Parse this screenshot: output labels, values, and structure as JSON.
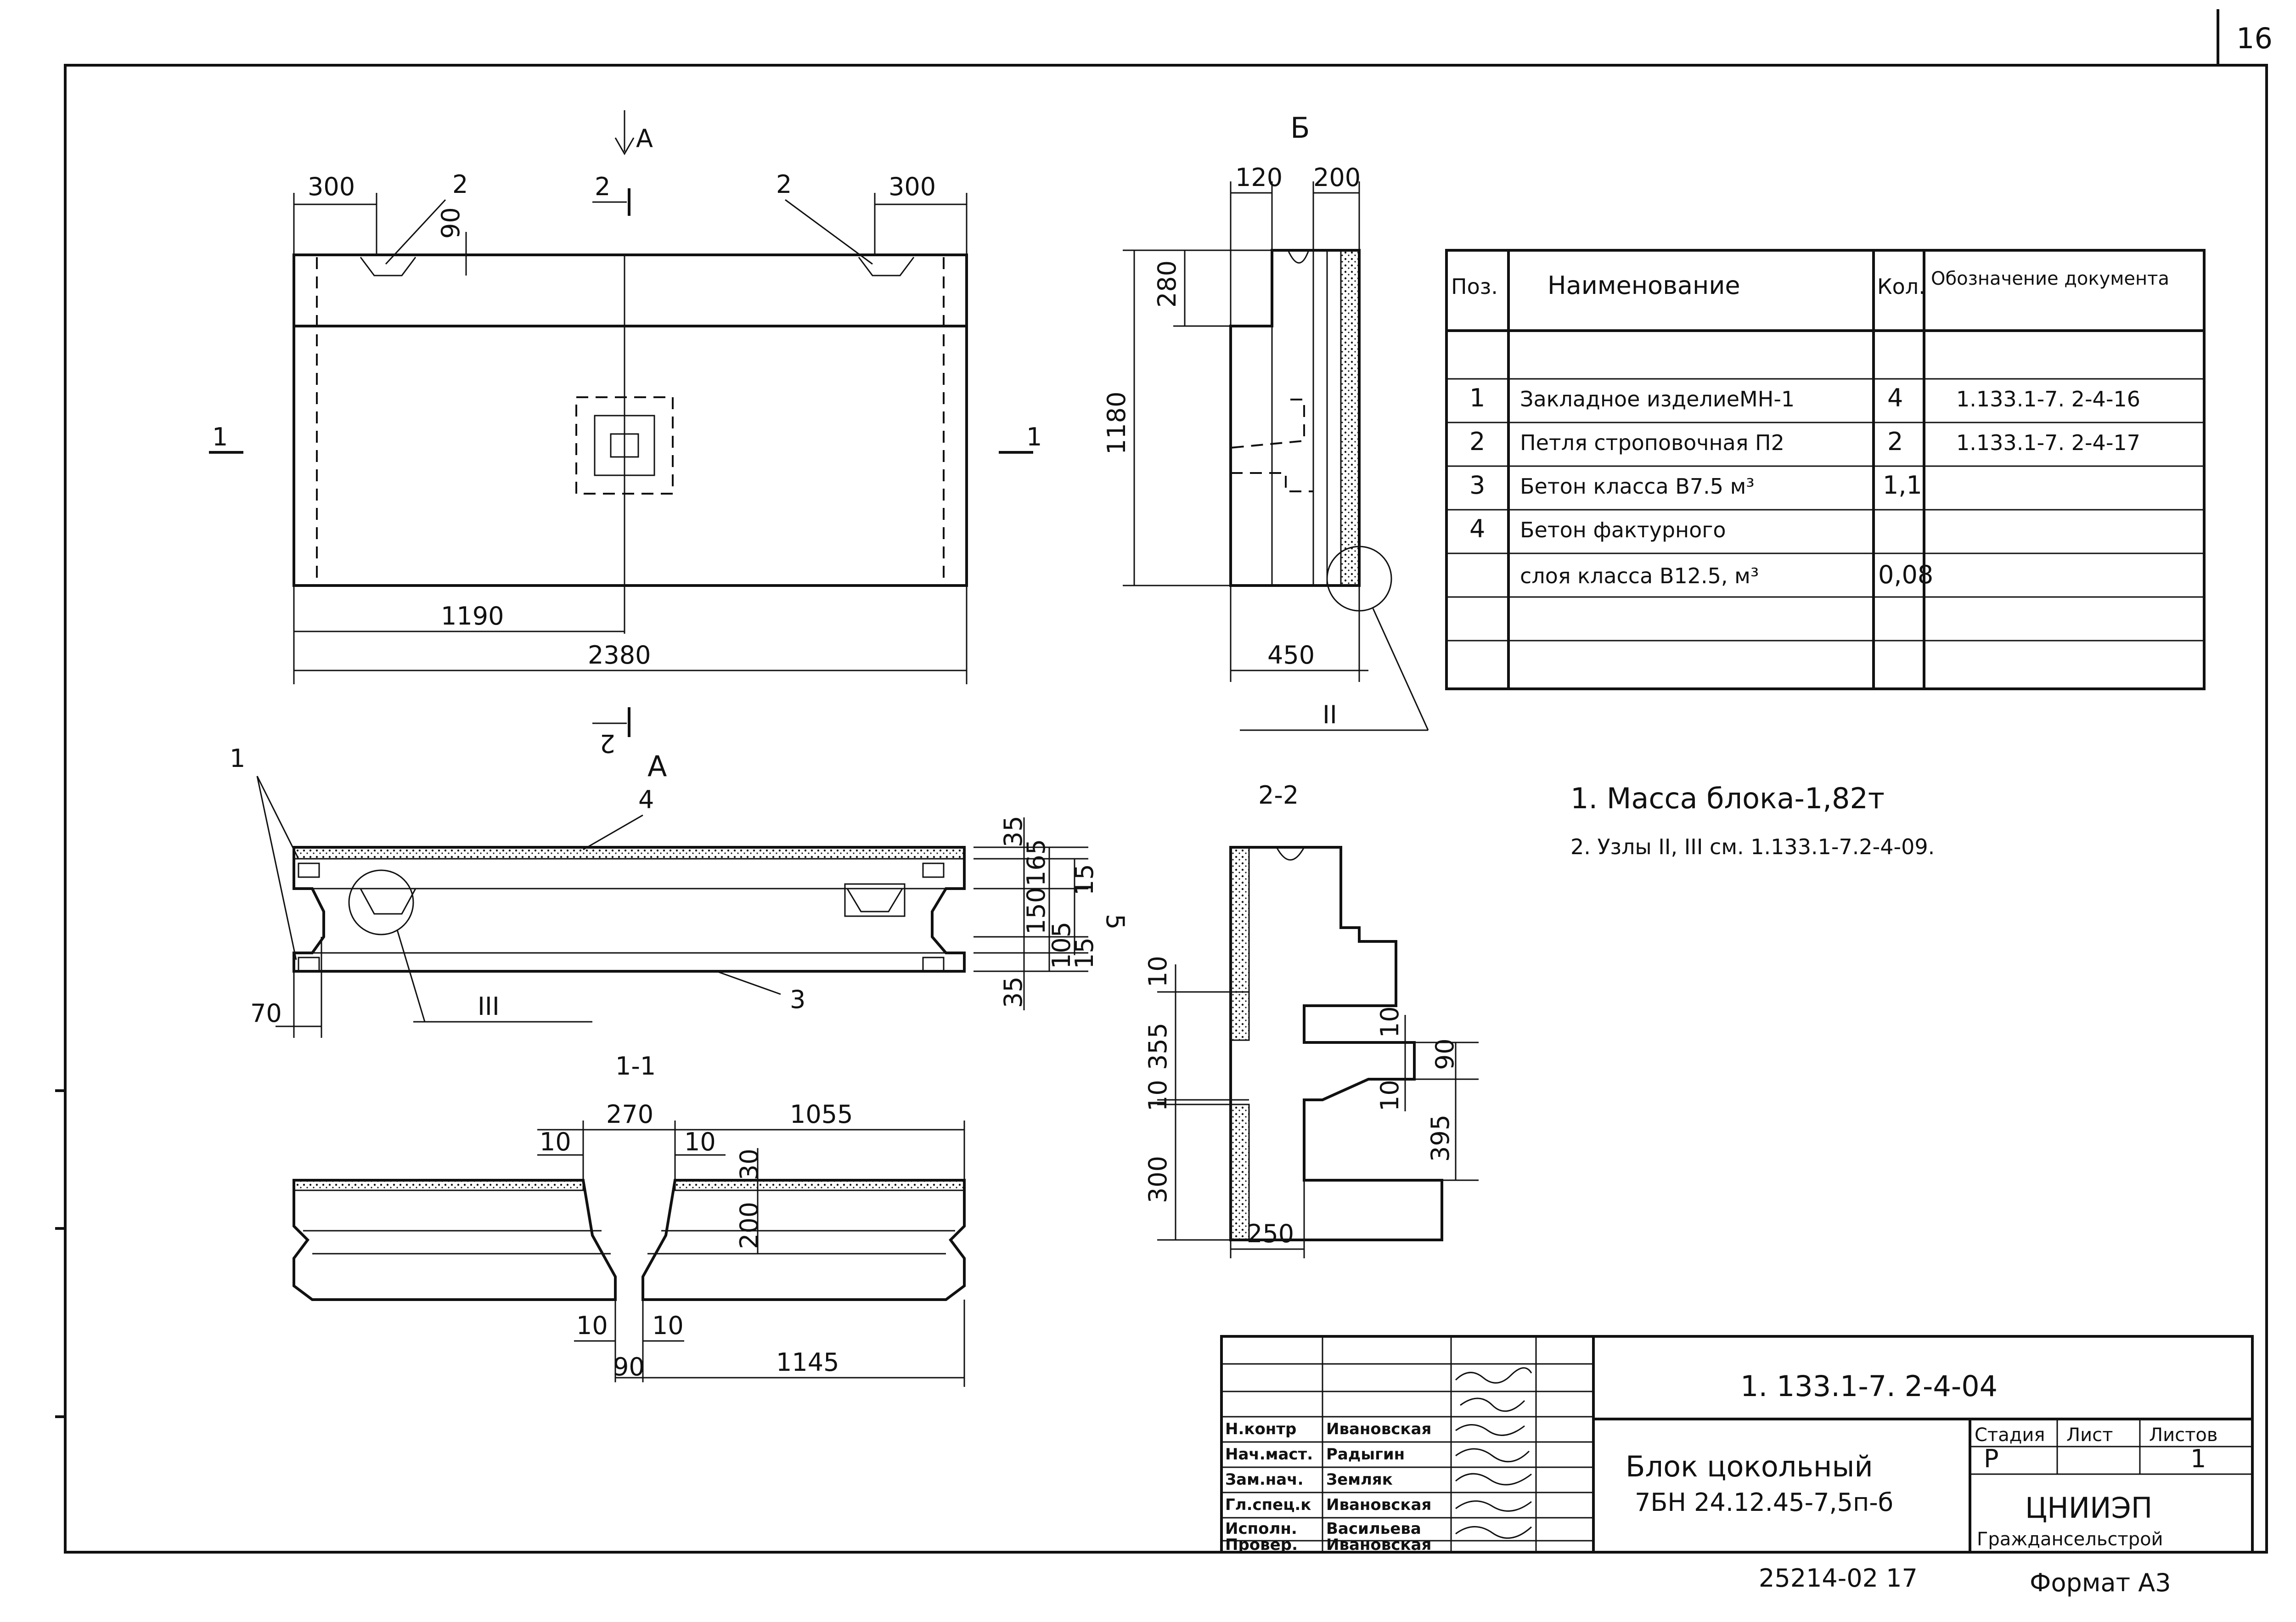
{
  "sheet_number": "16",
  "arrows": {
    "section_a": "А",
    "section_b": "Б",
    "section_1": "1",
    "section_2": "2"
  },
  "top_view": {
    "dims": {
      "left": "300",
      "right": "300",
      "loop_left": "2",
      "loop_right": "2",
      "depth": "90",
      "half": "1190",
      "total": "2380"
    }
  },
  "side_view": {
    "dims": {
      "d120": "120",
      "d200": "200",
      "d280": "280",
      "d1180": "1180",
      "d450": "450"
    },
    "node": "II"
  },
  "view_a": {
    "labels": {
      "pos1": "1",
      "pos4": "4",
      "pos3": "3",
      "node": "III",
      "d70": "70"
    },
    "dims": {
      "d35a": "35",
      "d165": "165",
      "d15a": "15",
      "d150": "150",
      "d105": "105",
      "d15b": "15",
      "d35b": "35",
      "d5": "5"
    }
  },
  "section_1_1": {
    "title": "1-1",
    "dims": {
      "d270": "270",
      "d1055": "1055",
      "d10a": "10",
      "d10b": "10",
      "d30": "30",
      "d200": "200",
      "d10c": "10",
      "d10d": "10",
      "d90": "90",
      "d1145": "1145"
    }
  },
  "section_2_2": {
    "title": "2-2",
    "dims": {
      "d10a": "10",
      "d355": "355",
      "d10b": "10",
      "d300": "300",
      "d250": "250",
      "d10c": "10",
      "d90": "90",
      "d10d": "10",
      "d395": "395"
    }
  },
  "spec_table": {
    "headers": [
      "Поз.",
      "Наименование",
      "Кол.",
      "Обозначение документа"
    ],
    "rows": [
      {
        "pos": "1",
        "name": "Закладное изделиеМН-1",
        "qty": "4",
        "doc": "1.133.1-7. 2-4-16"
      },
      {
        "pos": "2",
        "name": "Петля строповочная П2",
        "qty": "2",
        "doc": "1.133.1-7. 2-4-17"
      },
      {
        "pos": "3",
        "name": "Бетон класса В7.5 м³",
        "qty": "1,1",
        "doc": ""
      },
      {
        "pos": "4",
        "name": "Бетон фактурного",
        "qty": "",
        "doc": ""
      },
      {
        "pos": "",
        "name": "слоя класса В12.5, м³",
        "qty": "0,08",
        "doc": ""
      }
    ]
  },
  "notes": [
    "1. Масса блока-1,82т",
    "2. Узлы II, III см. 1.133.1-7.2-4-09."
  ],
  "title_block": {
    "code": "1. 133.1-7. 2-4-04",
    "roles": [
      "Н.контр",
      "Нач.маст.",
      "Зам.нач.",
      "Гл.спец.к",
      "Исполн.",
      "Провер."
    ],
    "names": [
      "Ивановская",
      "Радыгин",
      "Земляк",
      "Ивановская",
      "Васильева",
      "Ивановская"
    ],
    "title_line1": "Блок цокольный",
    "title_line2": "7БН 24.12.45-7,5п-б",
    "stage_label": "Стадия",
    "sheet_label": "Лист",
    "sheets_label": "Листов",
    "stage": "Р",
    "sheets": "1",
    "org_line1": "ЦНИИЭП",
    "org_line2": "Граждансельстрой"
  },
  "footer": {
    "number": "25214-02  17",
    "format": "Формат А3"
  }
}
